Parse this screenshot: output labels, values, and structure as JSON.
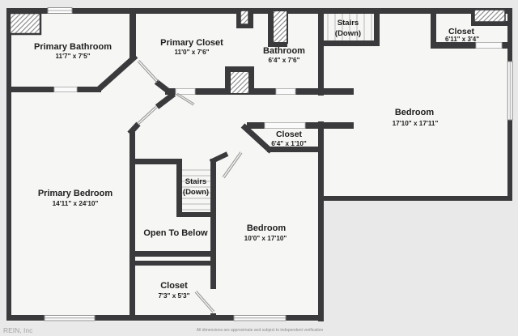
{
  "palette": {
    "background": "#e9e9e9",
    "floor": "#f6f6f5",
    "wall": "#3a3a3c",
    "tread_line": "#b8b8b8",
    "opening_line": "#b0b0b0",
    "label_text": "#202020",
    "footer_text": "#a3a3a3"
  },
  "rooms": [
    {
      "id": "primary-bathroom",
      "label": "Primary Bathroom",
      "sub": "11'7\" x 7'5\""
    },
    {
      "id": "primary-closet",
      "label": "Primary Closet",
      "sub": "11'0\" x 7'6\""
    },
    {
      "id": "bathroom",
      "label": "Bathroom",
      "sub": "6'4\" x 7'6\""
    },
    {
      "id": "stairs-upper",
      "label": "Stairs",
      "sub": "(Down)"
    },
    {
      "id": "closet-top-right",
      "label": "Closet",
      "sub": "6'11\" x 3'4\""
    },
    {
      "id": "bedroom-east",
      "label": "Bedroom",
      "sub": "17'10\" x 17'11\""
    },
    {
      "id": "closet-small",
      "label": "Closet",
      "sub": "6'4\" x 1'10\""
    },
    {
      "id": "primary-bedroom",
      "label": "Primary Bedroom",
      "sub": "14'11\" x 24'10\""
    },
    {
      "id": "stairs-middle",
      "label": "Stairs",
      "sub": "(Down)"
    },
    {
      "id": "open-to-below",
      "label": "Open To Below"
    },
    {
      "id": "bedroom-south",
      "label": "Bedroom",
      "sub": "10'0\" x 17'10\""
    },
    {
      "id": "closet-south",
      "label": "Closet",
      "sub": "7'3\" x 5'3\""
    }
  ],
  "footer": {
    "brand": "REIN, Inc",
    "disclaimer": "All dimensions are approximate and subject to independent verification"
  }
}
